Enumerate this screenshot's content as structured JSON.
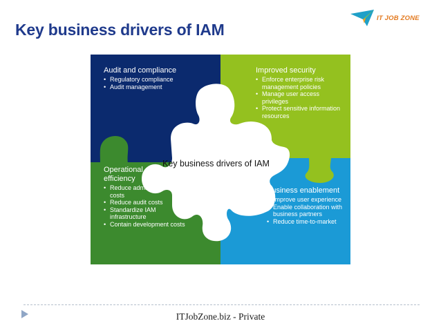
{
  "title": "Key business drivers of IAM",
  "logo": {
    "text": "IT JOB ZONE"
  },
  "center_label": "Key business drivers of IAM",
  "quadrants": {
    "audit": {
      "heading": "Audit and compliance",
      "items": [
        "Regulatory compliance",
        "Audit management"
      ]
    },
    "security": {
      "heading": "Improved security",
      "items": [
        "Enforce enterprise risk management policies",
        "Manage user access privileges",
        "Protect sensitive information resources"
      ]
    },
    "efficiency": {
      "heading": "Operational efficiency",
      "items": [
        "Reduce administrative costs",
        "Reduce audit costs",
        "Standardize IAM infrastructure",
        "Contain development costs"
      ]
    },
    "enablement": {
      "heading": "Business enablement",
      "items": [
        "Improve user experience",
        "Enable collaboration with business partners",
        "Reduce time-to-market"
      ]
    }
  },
  "colors": {
    "title": "#1f3a8c",
    "audit": "#0b2a6e",
    "security": "#94c11f",
    "efficiency": "#3c8a2e",
    "enablement": "#1b9ad6",
    "logo_text": "#e37a20"
  },
  "footer": "ITJobZone.biz - Private"
}
